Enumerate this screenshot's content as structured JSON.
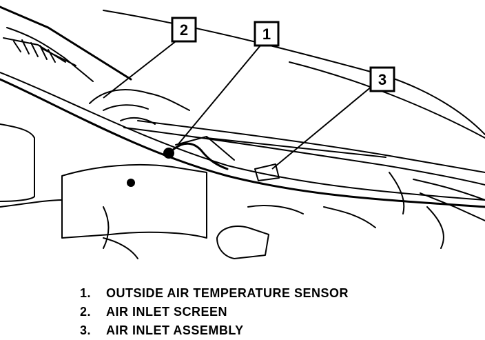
{
  "callouts": [
    {
      "number": "1"
    },
    {
      "number": "2"
    },
    {
      "number": "3"
    }
  ],
  "legend": [
    {
      "number": "1.",
      "label": "OUTSIDE AIR TEMPERATURE SENSOR"
    },
    {
      "number": "2.",
      "label": "AIR INLET SCREEN"
    },
    {
      "number": "3.",
      "label": "AIR INLET ASSEMBLY"
    }
  ]
}
